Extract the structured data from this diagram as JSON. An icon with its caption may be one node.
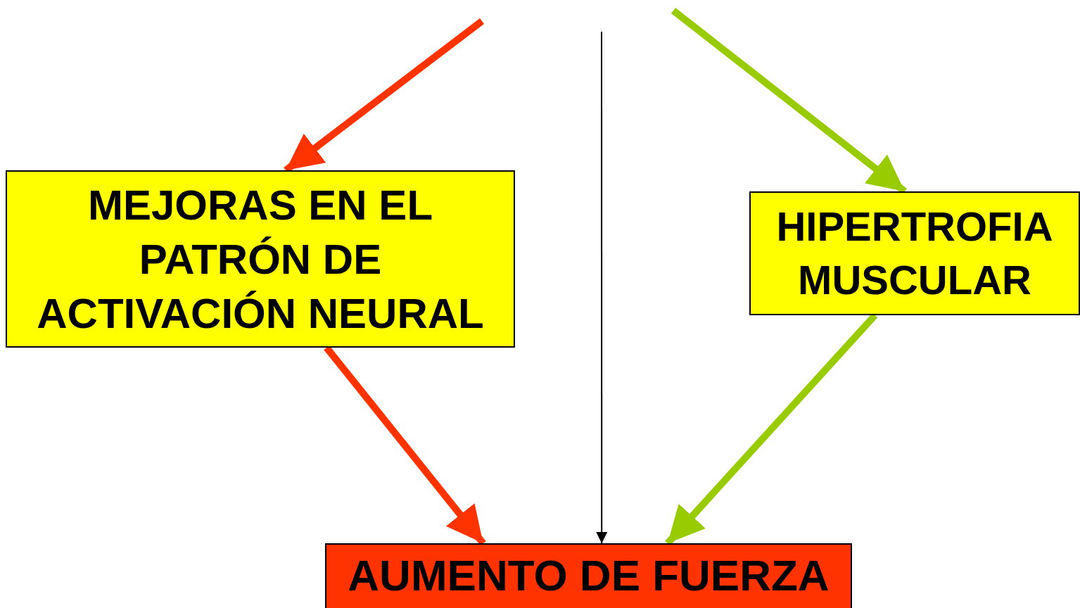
{
  "diagram": {
    "nodes": [
      {
        "text": [
          "MEJORAS EN EL PATRÓN DE ACTIVACIÓN NEURAL"
        ]
      },
      {
        "text": [
          "HIPERTROFIA MUSCULAR"
        ]
      },
      {
        "text": [
          "AUMENTO DE FUERZA"
        ]
      }
    ],
    "edges": [
      {
        "from": null,
        "to": 0,
        "arrow": "to",
        "color": "#ff3300"
      },
      {
        "from": 0,
        "to": 2,
        "arrow": "to",
        "color": "#ff3300"
      },
      {
        "from": null,
        "to": 1,
        "arrow": "to",
        "color": "#99cc00"
      },
      {
        "from": 1,
        "to": 2,
        "arrow": "to",
        "color": "#99cc00"
      },
      {
        "from": null,
        "to": 2,
        "arrow": "to",
        "color": "#000000"
      }
    ]
  }
}
